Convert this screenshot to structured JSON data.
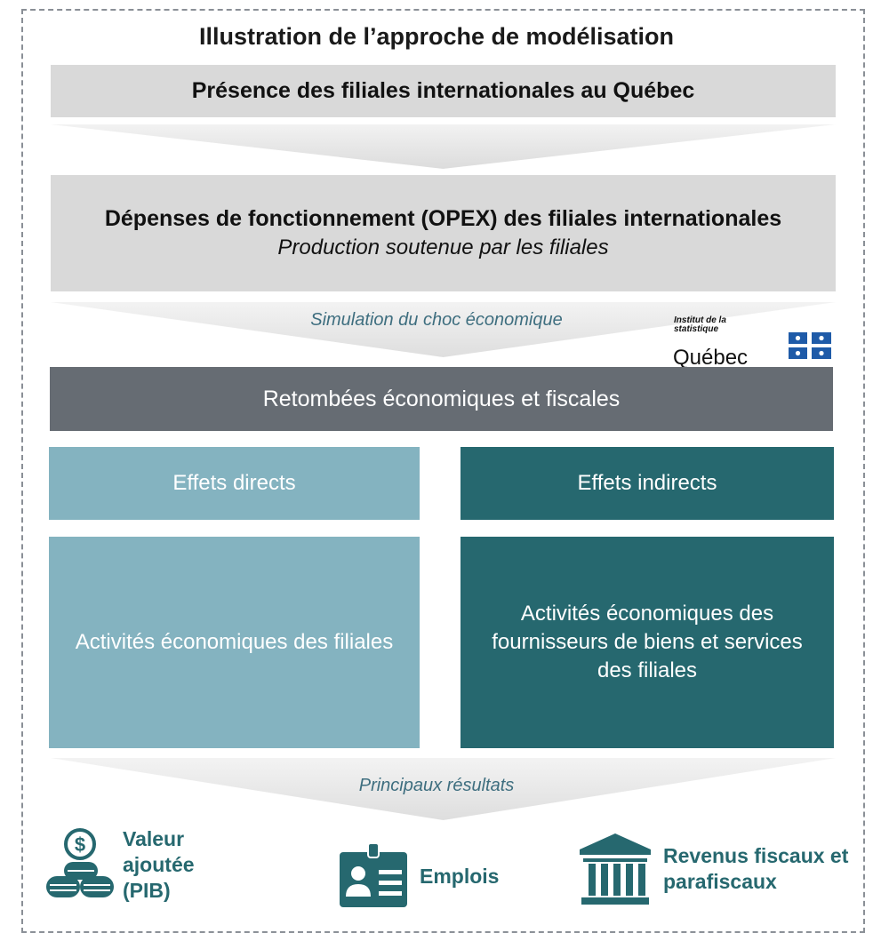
{
  "title": "Illustration de l’approche de modélisation",
  "step1": "Présence des filiales internationales au Québec",
  "step2": {
    "title": "Dépenses de fonctionnement (OPEX) des filiales internationales",
    "subtitle": "Production soutenue par les filiales"
  },
  "arrow_simulation": "Simulation du choc économique",
  "logo": {
    "line1": "Institut de la statistique",
    "line2": "Québec"
  },
  "impacts_title": "Retombées économiques et fiscales",
  "direct": {
    "header": "Effets directs",
    "body": "Activités économiques des filiales"
  },
  "indirect": {
    "header": "Effets indirects",
    "body": "Activités économiques des fournisseurs de biens et services des filiales"
  },
  "arrow_results": "Principaux résultats",
  "results": [
    {
      "label": "Valeur ajoutée (PIB)",
      "icon": "coins-dollar-icon"
    },
    {
      "label": "Emplois",
      "icon": "id-badge-icon"
    },
    {
      "label": "Revenus fiscaux et parafiscaux",
      "icon": "government-building-icon"
    }
  ],
  "colors": {
    "grey_box": "#d9d9d9",
    "dark_bar": "#666c73",
    "light_teal": "#84b3c0",
    "dark_teal": "#26686f",
    "italic_label": "#3e6e7f",
    "flag_blue": "#1f5ba8"
  }
}
